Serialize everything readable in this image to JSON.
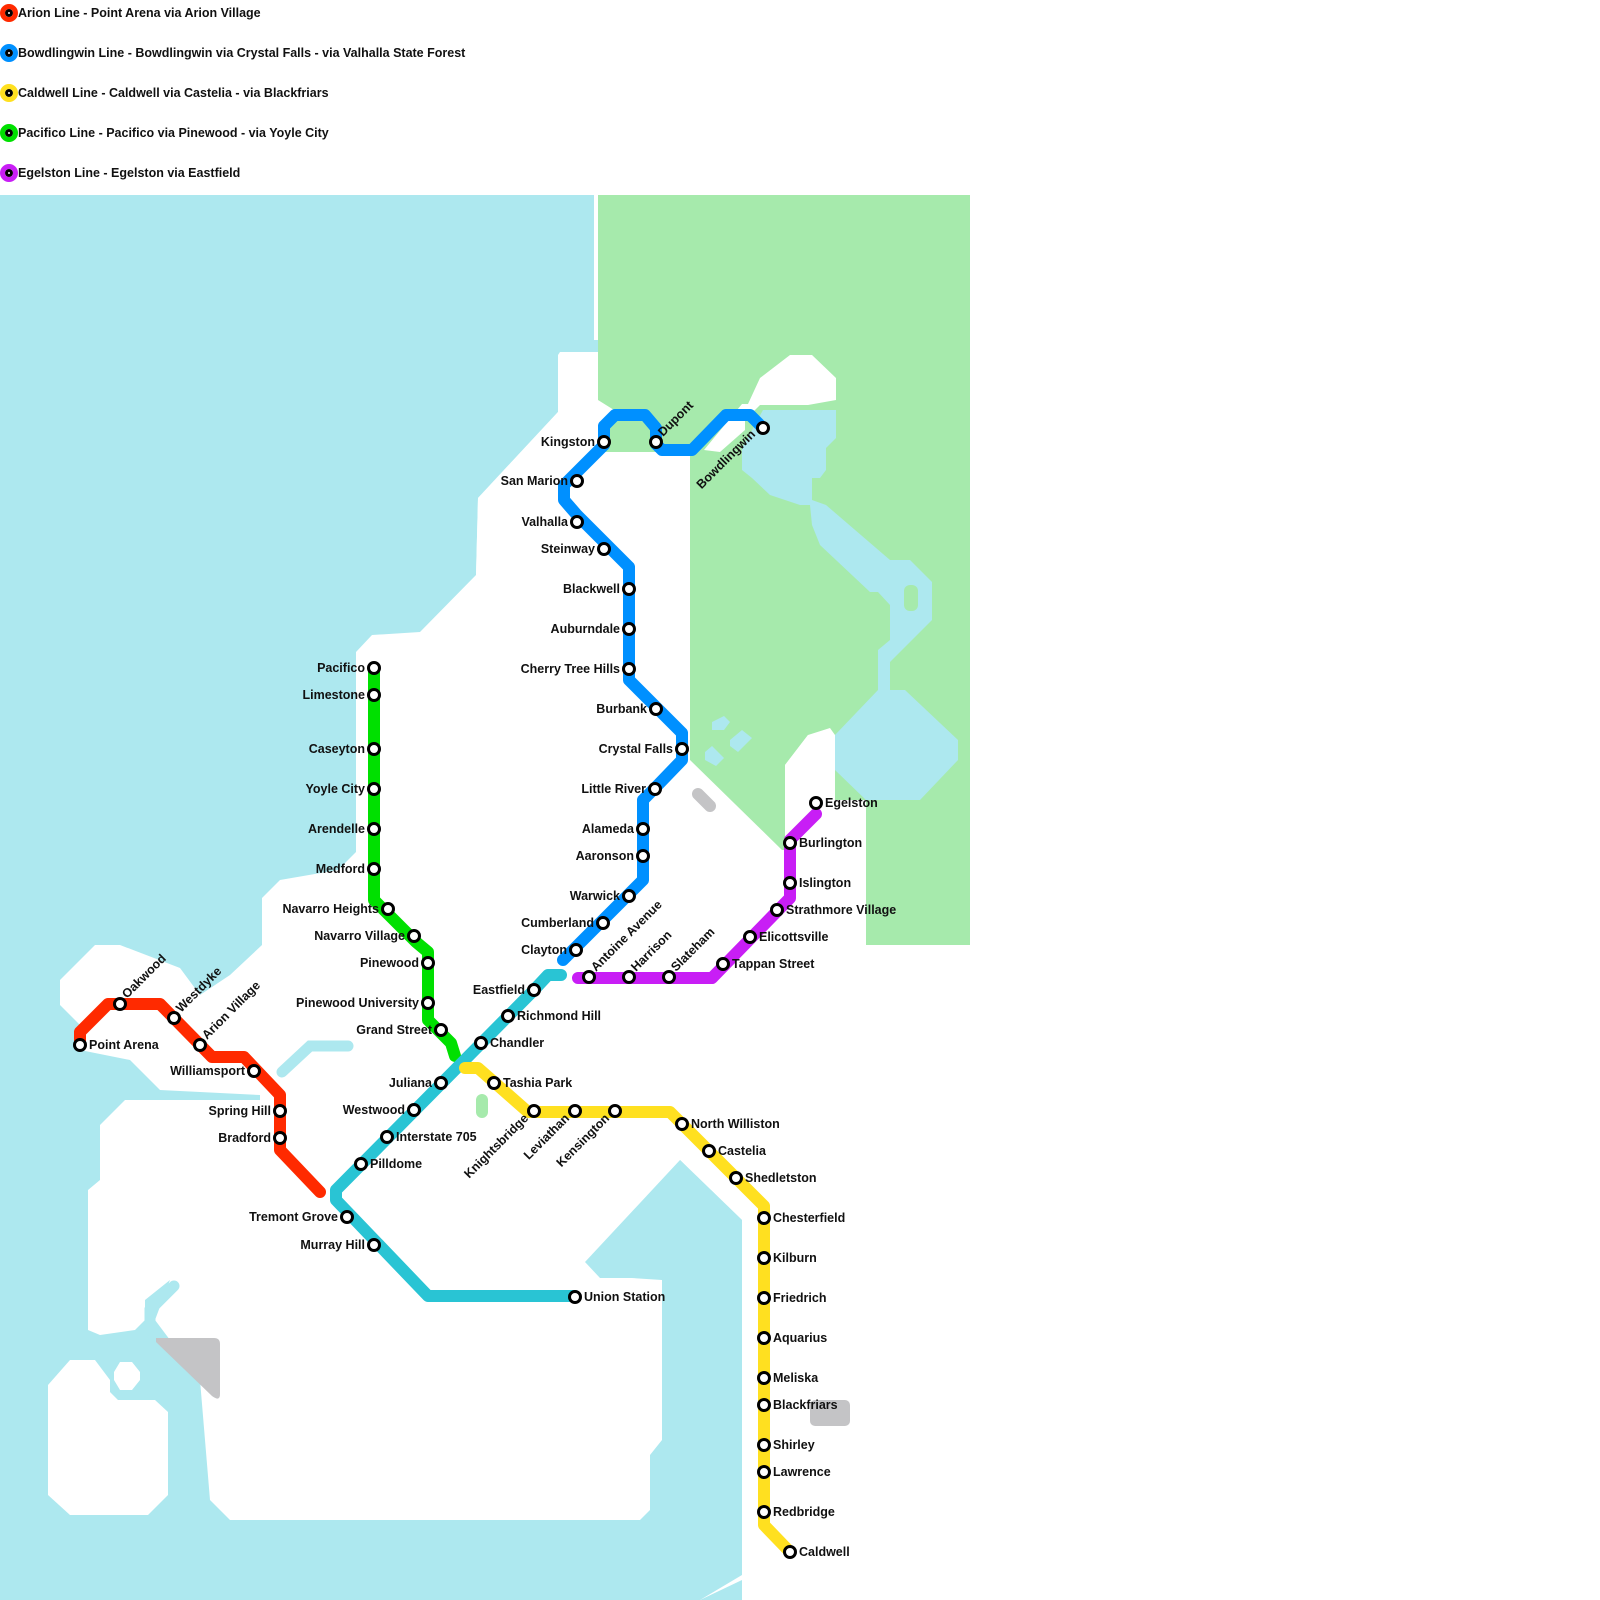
{
  "legend": [
    {
      "label": "Arion Line - Point Arena via Arion Village",
      "color": "#ff2a00"
    },
    {
      "label": "Bowdlingwin Line - Bowdlingwin via Crystal Falls - via Valhalla State Forest",
      "color": "#0090ff"
    },
    {
      "label": "Caldwell Line - Caldwell via Castelia - via Blackfriars",
      "color": "#ffe020"
    },
    {
      "label": "Pacifico Line - Pacifico via Pinewood - via Yoyle City",
      "color": "#00e000"
    },
    {
      "label": "Egelston Line - Egelston via Eastfield",
      "color": "#c81ef5"
    }
  ],
  "colors": {
    "water": "#ade8ef",
    "park": "#a6eaac",
    "land": "#ffffff",
    "building": "#c4c4c6",
    "union_line": "#29c4d4"
  },
  "lines": [
    {
      "id": "arion",
      "color": "#ff2a00",
      "stations": [
        {
          "name": "Point Arena",
          "label_side": "right"
        },
        {
          "name": "Oakwood",
          "label_side": "diag"
        },
        {
          "name": "Westdyke",
          "label_side": "diag"
        },
        {
          "name": "Arion Village",
          "label_side": "diag"
        },
        {
          "name": "Williamsport",
          "label_side": "left"
        },
        {
          "name": "Spring Hill",
          "label_side": "left"
        },
        {
          "name": "Bradford",
          "label_side": "left"
        }
      ]
    },
    {
      "id": "bowdlingwin",
      "color": "#0090ff",
      "stations": [
        {
          "name": "Bowdlingwin",
          "label_side": "diag-left"
        },
        {
          "name": "Dupont",
          "label_side": "diag"
        },
        {
          "name": "Kingston",
          "label_side": "left"
        },
        {
          "name": "San Marion",
          "label_side": "left"
        },
        {
          "name": "Valhalla",
          "label_side": "left"
        },
        {
          "name": "Steinway",
          "label_side": "left"
        },
        {
          "name": "Blackwell",
          "label_side": "left"
        },
        {
          "name": "Auburndale",
          "label_side": "left"
        },
        {
          "name": "Cherry Tree Hills",
          "label_side": "left"
        },
        {
          "name": "Burbank",
          "label_side": "left"
        },
        {
          "name": "Crystal Falls",
          "label_side": "left"
        },
        {
          "name": "Little River",
          "label_side": "left"
        },
        {
          "name": "Alameda",
          "label_side": "left"
        },
        {
          "name": "Aaronson",
          "label_side": "left"
        },
        {
          "name": "Warwick",
          "label_side": "left"
        },
        {
          "name": "Cumberland",
          "label_side": "left"
        },
        {
          "name": "Clayton",
          "label_side": "left"
        }
      ]
    },
    {
      "id": "pacifico",
      "color": "#00e000",
      "stations": [
        {
          "name": "Pacifico",
          "label_side": "left"
        },
        {
          "name": "Limestone",
          "label_side": "left"
        },
        {
          "name": "Caseyton",
          "label_side": "left"
        },
        {
          "name": "Yoyle City",
          "label_side": "left"
        },
        {
          "name": "Arendelle",
          "label_side": "left"
        },
        {
          "name": "Medford",
          "label_side": "left"
        },
        {
          "name": "Navarro Heights",
          "label_side": "left"
        },
        {
          "name": "Navarro Village",
          "label_side": "left"
        },
        {
          "name": "Pinewood",
          "label_side": "left"
        },
        {
          "name": "Pinewood University",
          "label_side": "left"
        },
        {
          "name": "Grand Street",
          "label_side": "left"
        }
      ]
    },
    {
      "id": "union",
      "color": "#29c4d4",
      "stations": [
        {
          "name": "Eastfield",
          "label_side": "left"
        },
        {
          "name": "Richmond Hill",
          "label_side": "right"
        },
        {
          "name": "Chandler",
          "label_side": "right"
        },
        {
          "name": "Juliana",
          "label_side": "left"
        },
        {
          "name": "Westwood",
          "label_side": "left"
        },
        {
          "name": "Interstate 705",
          "label_side": "right"
        },
        {
          "name": "Pilldome",
          "label_side": "right"
        },
        {
          "name": "Tremont Grove",
          "label_side": "left"
        },
        {
          "name": "Murray Hill",
          "label_side": "left"
        },
        {
          "name": "Union Station",
          "label_side": "right"
        }
      ]
    },
    {
      "id": "caldwell",
      "color": "#ffe020",
      "stations": [
        {
          "name": "Tashia Park",
          "label_side": "right"
        },
        {
          "name": "Knightsbridge",
          "label_side": "diag-down"
        },
        {
          "name": "Leviathan",
          "label_side": "diag-down"
        },
        {
          "name": "Kensington",
          "label_side": "diag-down"
        },
        {
          "name": "North Williston",
          "label_side": "right"
        },
        {
          "name": "Castelia",
          "label_side": "right"
        },
        {
          "name": "Shedletston",
          "label_side": "right"
        },
        {
          "name": "Chesterfield",
          "label_side": "right"
        },
        {
          "name": "Kilburn",
          "label_side": "right"
        },
        {
          "name": "Friedrich",
          "label_side": "right"
        },
        {
          "name": "Aquarius",
          "label_side": "right"
        },
        {
          "name": "Meliska",
          "label_side": "right"
        },
        {
          "name": "Blackfriars",
          "label_side": "right"
        },
        {
          "name": "Shirley",
          "label_side": "right"
        },
        {
          "name": "Lawrence",
          "label_side": "right"
        },
        {
          "name": "Redbridge",
          "label_side": "right"
        },
        {
          "name": "Caldwell",
          "label_side": "right"
        }
      ]
    },
    {
      "id": "egelston",
      "color": "#c81ef5",
      "stations": [
        {
          "name": "Antoine Avenue",
          "label_side": "diag"
        },
        {
          "name": "Harrison",
          "label_side": "diag"
        },
        {
          "name": "Slateham",
          "label_side": "diag"
        },
        {
          "name": "Tappan Street",
          "label_side": "right"
        },
        {
          "name": "Elicottsville",
          "label_side": "right"
        },
        {
          "name": "Strathmore Village",
          "label_side": "right"
        },
        {
          "name": "Islington",
          "label_side": "right"
        },
        {
          "name": "Burlington",
          "label_side": "right"
        },
        {
          "name": "Egelston",
          "label_side": "right"
        }
      ]
    }
  ]
}
